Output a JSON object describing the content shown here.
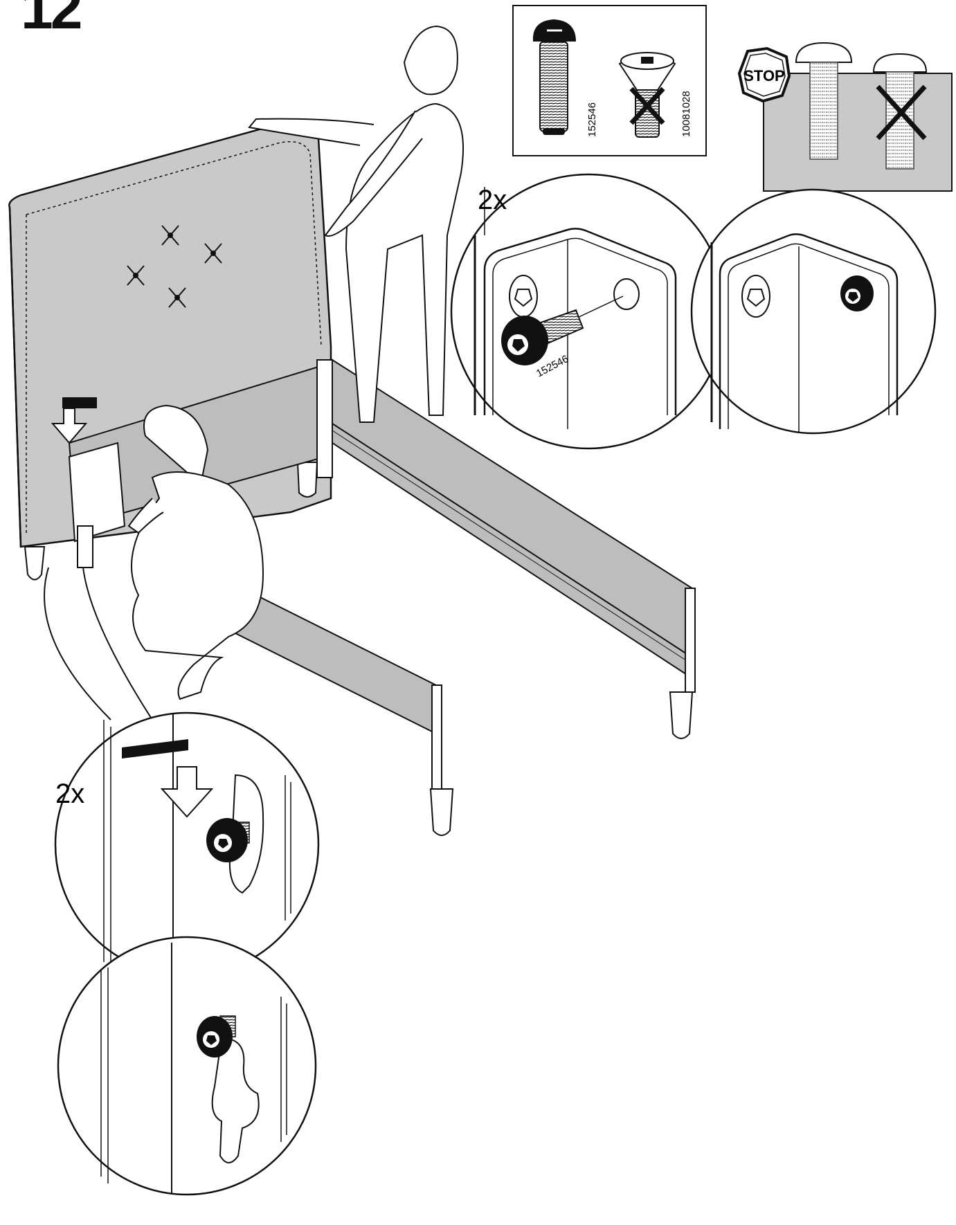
{
  "step": {
    "number": "12"
  },
  "parts_box": {
    "correct_part_id": "152546",
    "wrong_part_id": "10081028"
  },
  "warning": {
    "stop_label": "STOP"
  },
  "detail_top": {
    "quantity": "2x",
    "screw_label": "152546"
  },
  "detail_bottom": {
    "quantity": "2x"
  },
  "colors": {
    "ink": "#111111",
    "panel_grey": "#c9c9c9",
    "board_grey": "#bdbdbd"
  }
}
